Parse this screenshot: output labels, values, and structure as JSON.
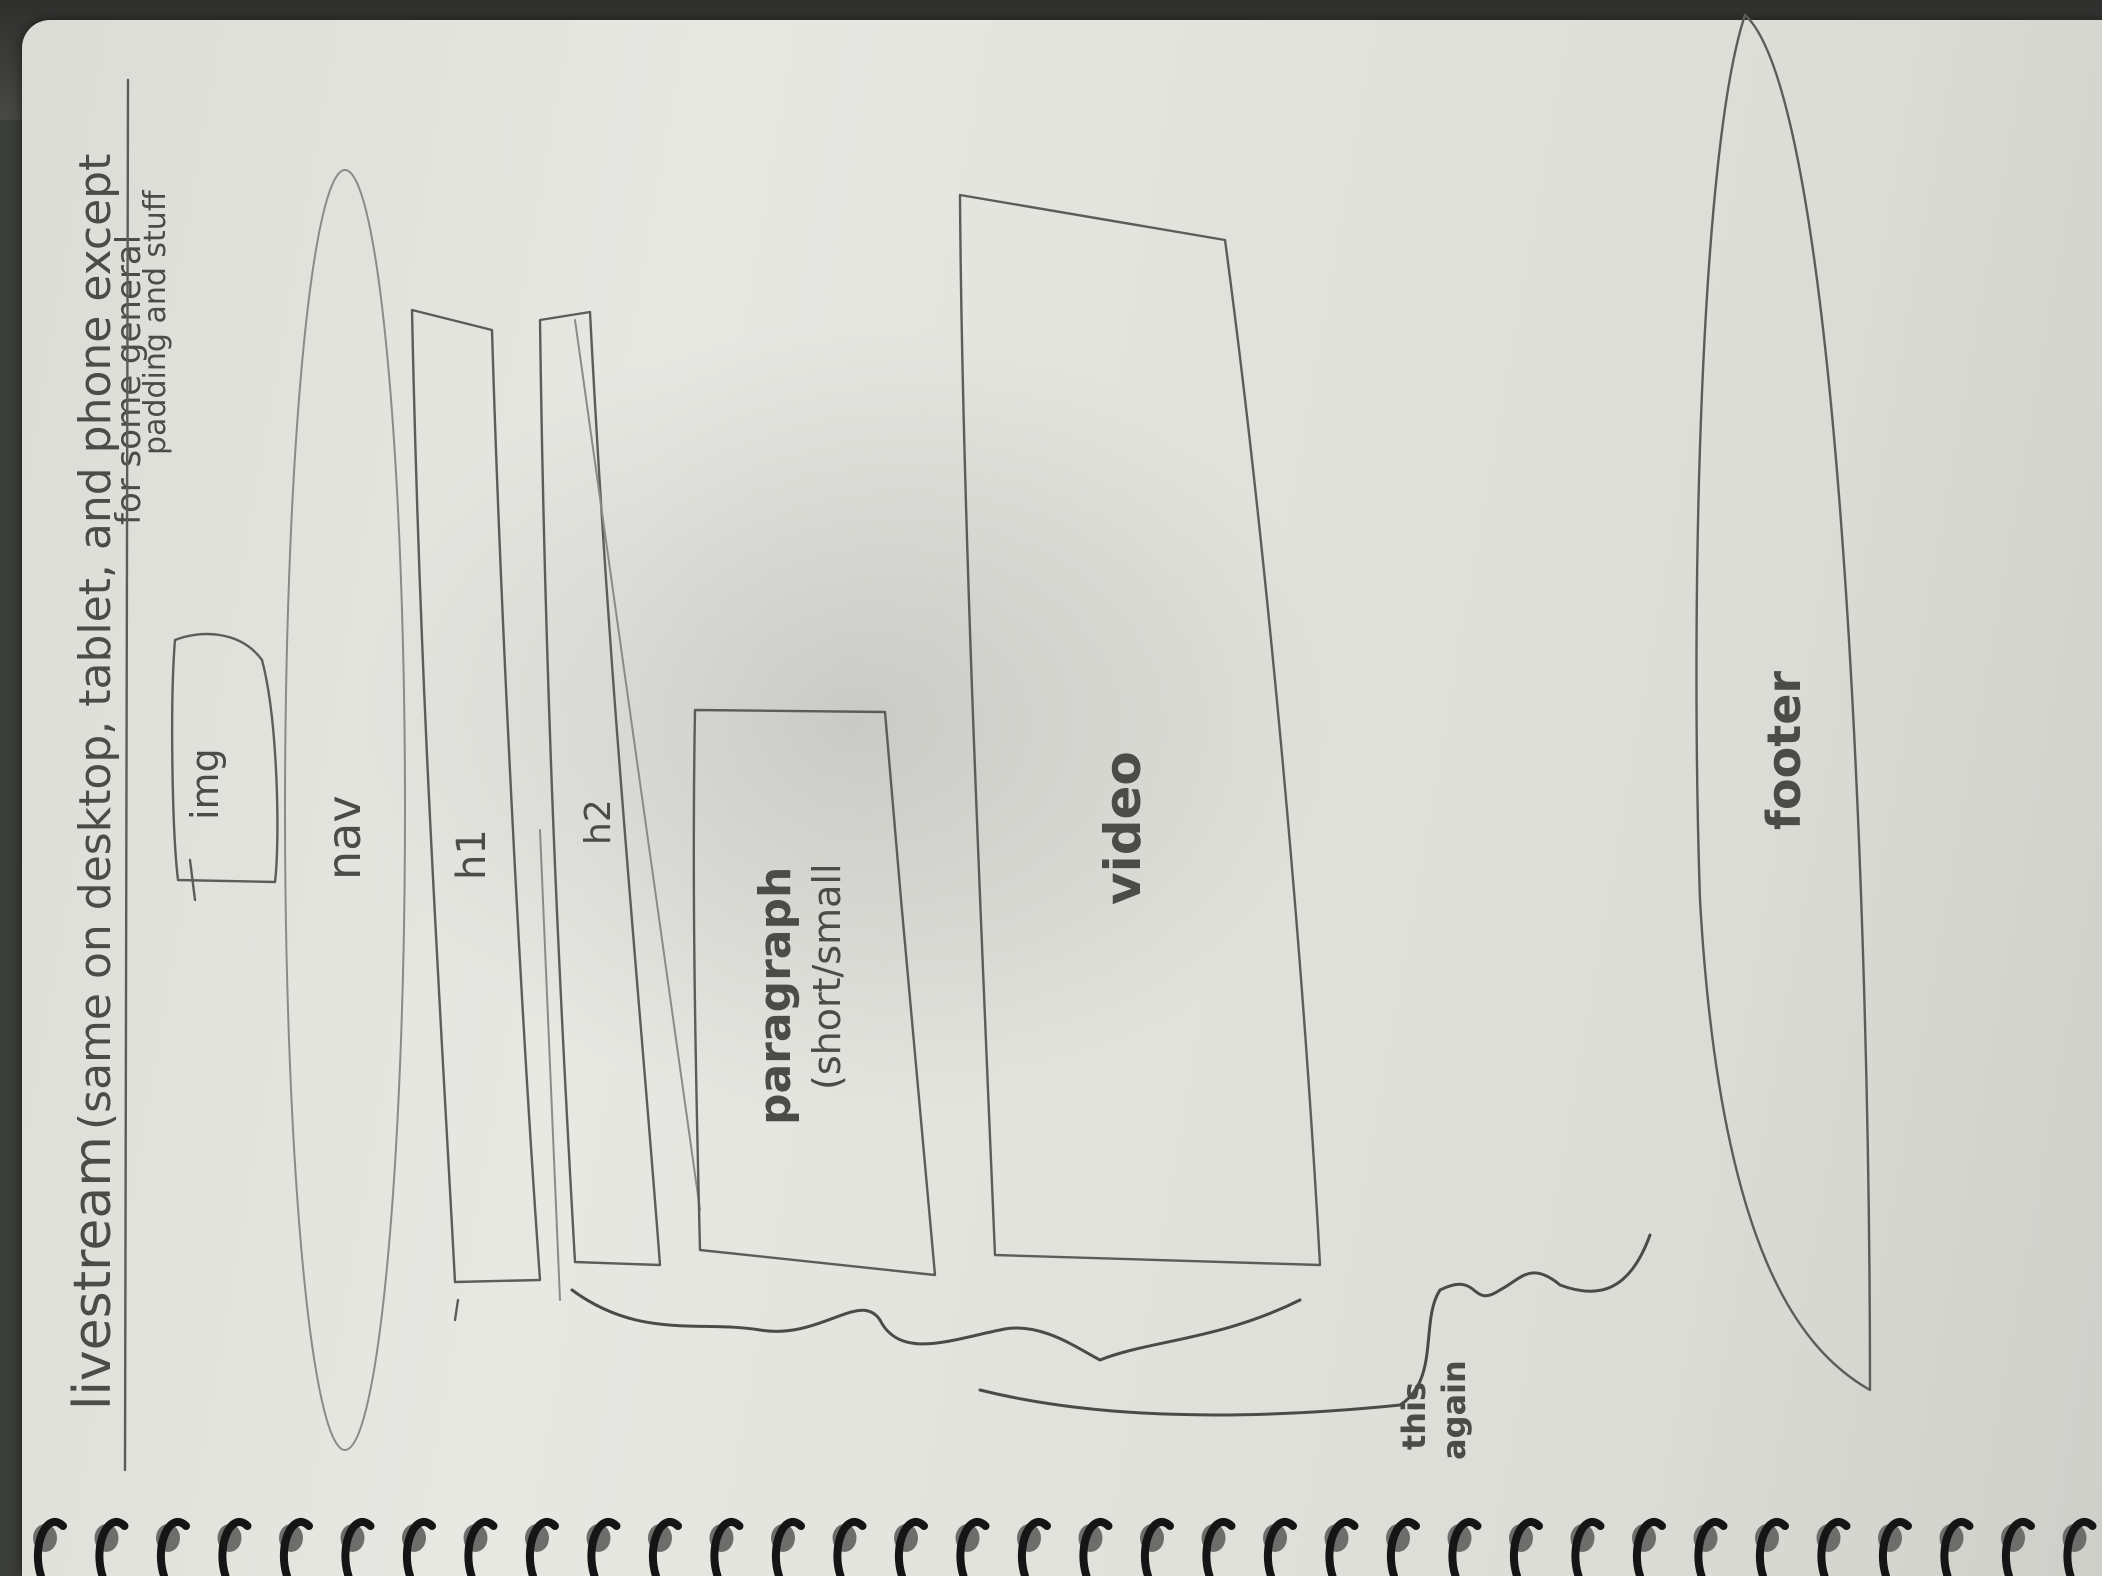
{
  "title": "livestream",
  "note_line1": "(same on desktop, tablet, and phone except",
  "note_line2": "for some general",
  "note_line3": "padding and stuff",
  "labels": {
    "img": "img",
    "nav": "nav",
    "h1": "h1",
    "h2": "h2",
    "paragraph_line1": "paragraph",
    "paragraph_line2": "(short/small",
    "video": "video",
    "footer": "footer",
    "repeat_line1": "this",
    "repeat_line2": "again"
  }
}
